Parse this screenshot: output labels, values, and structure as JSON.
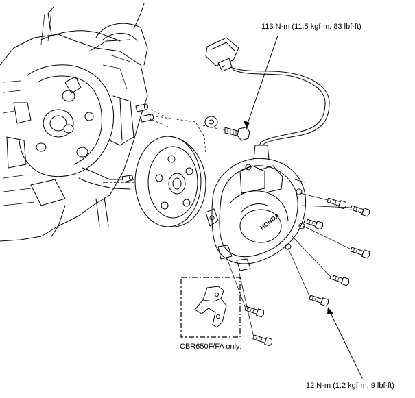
{
  "labels": {
    "torque_top": "113 N·m (11.5 kgf·m, 83 lbf·ft)",
    "torque_bottom": "12 N·m (1.2 kgf·m, 9 lbf·ft)",
    "variant_note": "CBR650F/FA only:"
  },
  "logo_text": "HONDA",
  "colors": {
    "line": "#000000",
    "background": "#ffffff"
  }
}
